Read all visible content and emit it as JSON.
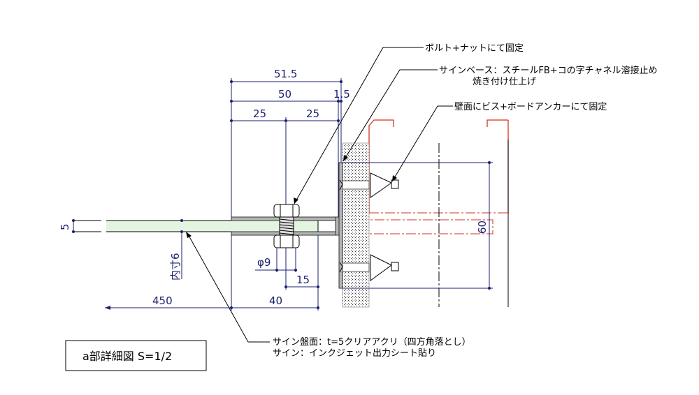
{
  "title_block": {
    "label": "a部詳細図 S=1/2"
  },
  "dimensions": {
    "overall": "51.5",
    "channel_depth": "50",
    "plate_thickness": "1.5",
    "half_left": "25",
    "half_right": "25",
    "panel_thickness": "5",
    "inner_gap": "内寸6",
    "bolt_dia": "φ9",
    "bolt_to_end": "15",
    "panel_length": "450",
    "insert_depth": "40",
    "plate_height": "60"
  },
  "notes": {
    "bolt": "ボルト+ナットにて固定",
    "base_line1": "サインベース：スチールFB+コの字チャネル溶接止め",
    "base_line2": "焼き付け仕上げ",
    "wall": "壁面にビス+ボードアンカーにて固定",
    "panel_line1": "サイン盤面：t=5クリアアクリ（四方角落とし）",
    "panel_line2": "サイン：インクジェット出力シート貼り"
  },
  "colors": {
    "dimension": "#1a1f6e",
    "hidden_structure": "#d6321e",
    "acrylic": "#e3f4e0",
    "steel": "#b4b4b4"
  }
}
